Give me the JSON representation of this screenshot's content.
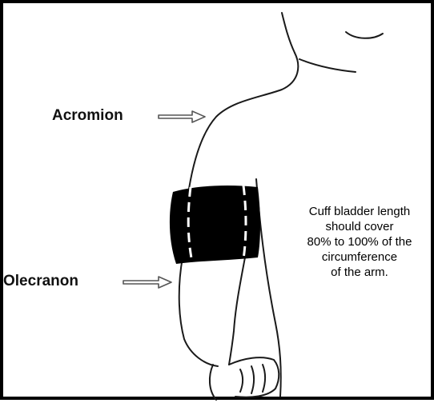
{
  "labels": {
    "acromion": "Acromion",
    "olecranon": "Olecranon"
  },
  "note": {
    "lines": [
      "Cuff bladder length",
      "should cover",
      "80% to 100% of the",
      "circumference",
      "of the arm."
    ]
  },
  "colors": {
    "cuff": "#000000",
    "outline": "#1a1a1a",
    "background": "#ffffff"
  }
}
